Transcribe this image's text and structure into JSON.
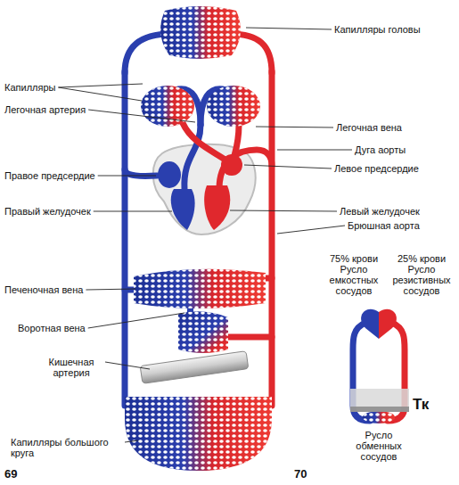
{
  "diagram": {
    "labels": [
      "Капилляры головы",
      "Капилляры",
      "Легочная артерия",
      "Легочная вена",
      "Дуга аорты",
      "Левое предсердие",
      "Правое предсердие",
      "Правый желудочек",
      "Левый желудочек",
      "Брюшная аорта",
      "75% крови Русло емкостных сосудов",
      "25% крови Русло резистивных сосудов",
      "Печеночная вена",
      "Воротная вена",
      "Кишечная артерия",
      "Тк",
      "Русло обменных сосудов",
      "Капилляры большого круга",
      "69",
      "70"
    ]
  }
}
